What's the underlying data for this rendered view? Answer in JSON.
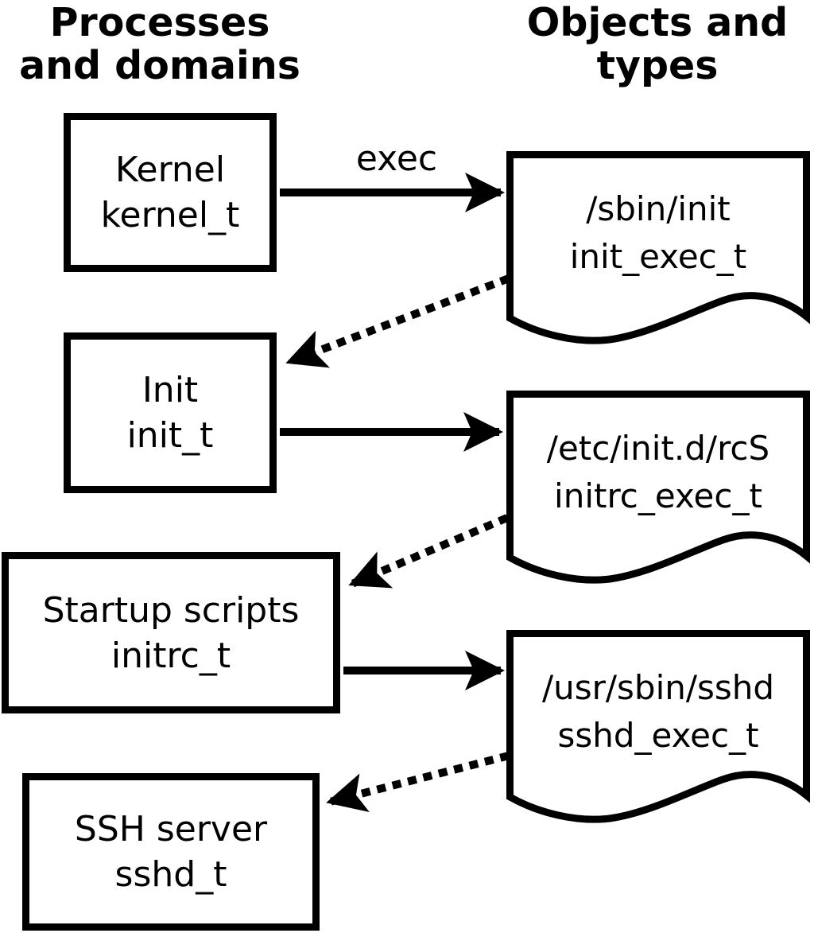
{
  "diagram": {
    "title_columns": {
      "left": "Processes and domains",
      "right": "Objects and types"
    },
    "processes": [
      {
        "label": "Kernel",
        "type": "kernel_t"
      },
      {
        "label": "Init",
        "type": "init_t"
      },
      {
        "label": "Startup scripts",
        "type": "initrc_t"
      },
      {
        "label": "SSH server",
        "type": "sshd_t"
      }
    ],
    "objects": [
      {
        "path": "/sbin/init",
        "type": "init_exec_t"
      },
      {
        "path": "/etc/init.d/rcS",
        "type": "initrc_exec_t"
      },
      {
        "path": "/usr/sbin/sshd",
        "type": "sshd_exec_t"
      }
    ],
    "arrows": {
      "exec_label": "exec",
      "solid": [
        {
          "from": "kernel_t",
          "to": "init_exec_t"
        },
        {
          "from": "init_t",
          "to": "initrc_exec_t"
        },
        {
          "from": "initrc_t",
          "to": "sshd_exec_t"
        }
      ],
      "dotted": [
        {
          "from": "init_exec_t",
          "to": "init_t"
        },
        {
          "from": "initrc_exec_t",
          "to": "initrc_t"
        },
        {
          "from": "sshd_exec_t",
          "to": "sshd_t"
        }
      ]
    },
    "colors": {
      "ink": "#000000",
      "background": "#ffffff"
    }
  }
}
